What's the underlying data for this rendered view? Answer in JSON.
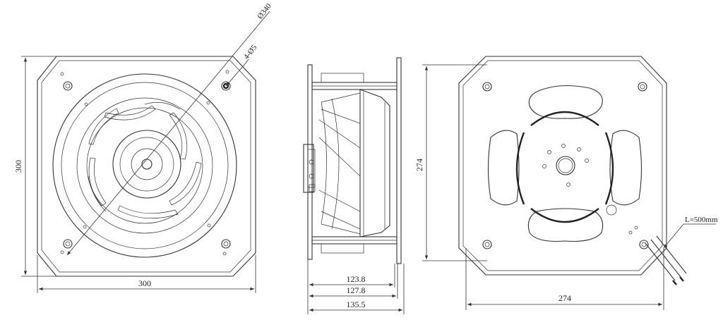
{
  "front_view": {
    "width_label": "300",
    "height_label": "300",
    "diameter_label": "Ø340",
    "holes_label": "4-Ø5"
  },
  "side_view": {
    "depth_1": "123.8",
    "depth_2": "127.8",
    "depth_3": "135.5"
  },
  "rear_view": {
    "width_label": "274",
    "height_label": "274",
    "cable_label": "L=500mm"
  }
}
